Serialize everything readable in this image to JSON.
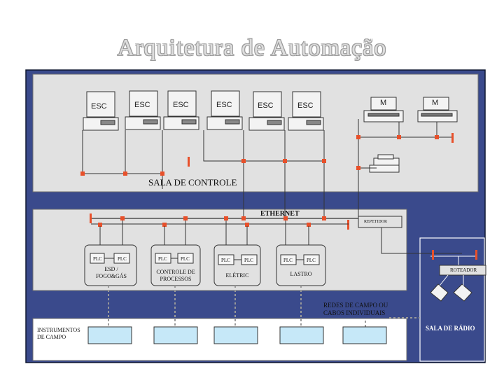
{
  "title": "Arquitetura  de  Automação",
  "control_room": {
    "label": "SALA DE CONTROLE",
    "stations": [
      "ESC",
      "ESC",
      "ESC",
      "ESC",
      "ESC",
      "ESC"
    ],
    "monitors": [
      "M",
      "M"
    ]
  },
  "network": {
    "ethernet_label": "ETHERNET",
    "repeater_label": "REPETIDOR"
  },
  "plc_groups": [
    {
      "plcs": [
        "PLC",
        "PLC"
      ],
      "label": "ESD /\nFOGO&GÁS"
    },
    {
      "plcs": [
        "PLC",
        "PLC"
      ],
      "label": "CONTROLE DE\nPROCESSOS"
    },
    {
      "plcs": [
        "PLC",
        "PLC"
      ],
      "label": "ELÉTRIC"
    },
    {
      "plcs": [
        "PLC",
        "PLC"
      ],
      "label": "LASTRO"
    }
  ],
  "field": {
    "bus_label": "REDES DE CAMPO OU\nCABOS INDIVIDUAIS",
    "instruments_label": "INSTRUMENTOS\nDE CAMPO"
  },
  "radio_room": {
    "router_label": "ROTEADOR",
    "label": "SALA DE RÁDIO"
  },
  "colors": {
    "frame": "#3a4a8c",
    "panel": "#e1e1e1",
    "radio_bg": "#3a4a8c",
    "node": "#e8502a",
    "field_box": "#c6e8f8"
  }
}
